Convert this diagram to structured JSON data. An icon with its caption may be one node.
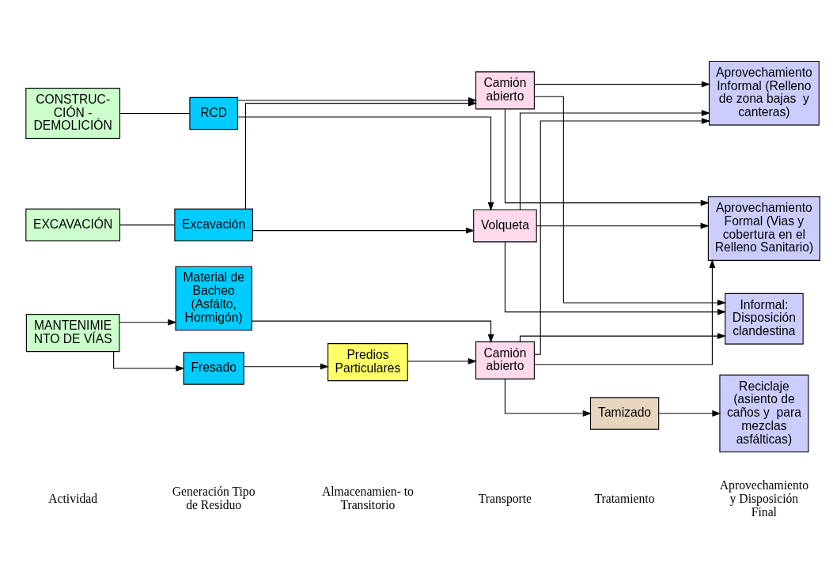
{
  "diagram": {
    "nodes": [
      {
        "text": [
          "EXCAVACIÓN"
        ]
      },
      {
        "text": [
          "CONSTRUC- CIÓN - DEMOLICIÓN"
        ]
      },
      {
        "text": [
          "MANTENIMIE NTO DE VÍAS"
        ]
      },
      {
        "text": [
          "Excavación"
        ]
      },
      {
        "text": [
          "RCD"
        ]
      },
      {
        "text": [
          "Material de Bacheo (Asfálto, Hormigón)"
        ]
      },
      {
        "text": [
          "Fresado"
        ]
      },
      {
        "text": [
          "Predios Particulares"
        ]
      },
      {
        "text": [
          "Camión abierto"
        ]
      },
      {
        "text": [
          "Volqueta"
        ]
      },
      {
        "text": [
          "Camión abierto"
        ]
      },
      {
        "text": [
          "Tamizado"
        ]
      },
      {
        "text": [
          "Aprovechamiento Formal (Vias y cobertura en el Relleno Sanitario)"
        ]
      },
      {
        "text": [
          "Aprovechamiento Informal (Relleno de zona bajas  y canteras)"
        ]
      },
      {
        "text": [
          "Informal:",
          "Disposición clandestina"
        ]
      },
      {
        "text": [
          "Reciclaje (asiento de caños y  para mezclas asfálticas)"
        ]
      }
    ],
    "edges": [
      {
        "from": 0,
        "to": 3,
        "arrow": "none"
      },
      {
        "from": 1,
        "to": 4,
        "arrow": "none"
      },
      {
        "from": 2,
        "to": 5,
        "arrow": "to"
      },
      {
        "from": 2,
        "to": 6,
        "arrow": "to"
      },
      {
        "from": 3,
        "to": 8,
        "arrow": "to"
      },
      {
        "from": 3,
        "to": 9,
        "arrow": "to"
      },
      {
        "from": 4,
        "to": 8,
        "arrow": "to"
      },
      {
        "from": 4,
        "to": 9,
        "arrow": "to"
      },
      {
        "from": 5,
        "to": 10,
        "arrow": "to"
      },
      {
        "from": 6,
        "to": 7,
        "arrow": "to"
      },
      {
        "from": 7,
        "to": 10,
        "arrow": "to"
      },
      {
        "from": 8,
        "to": 12,
        "arrow": "to"
      },
      {
        "from": 8,
        "to": 13,
        "arrow": "to"
      },
      {
        "from": 8,
        "to": 14,
        "arrow": "to"
      },
      {
        "from": 9,
        "to": 12,
        "arrow": "to"
      },
      {
        "from": 9,
        "to": 13,
        "arrow": "to"
      },
      {
        "from": 9,
        "to": 14,
        "arrow": "to"
      },
      {
        "from": 10,
        "to": 12,
        "arrow": "to"
      },
      {
        "from": 10,
        "to": 13,
        "arrow": "to"
      },
      {
        "from": 10,
        "to": 14,
        "arrow": "to"
      },
      {
        "from": 10,
        "to": 11,
        "arrow": "to"
      },
      {
        "from": 11,
        "to": 15,
        "arrow": "to"
      }
    ],
    "labels": [
      "Actividad",
      "Generación Tipo de Residuo",
      "Almacenamien- to Transitorio",
      "Transporte",
      "Tratamiento",
      "Aprovechamiento y Disposición Final"
    ]
  }
}
